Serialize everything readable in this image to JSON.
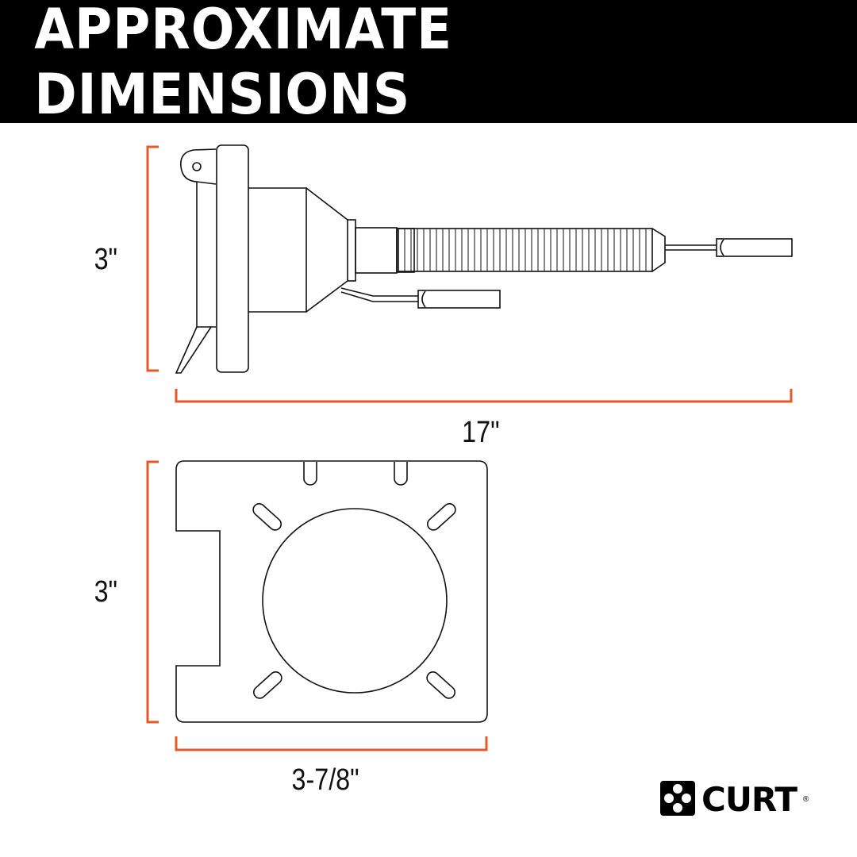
{
  "header": {
    "title": "APPROXIMATE DIMENSIONS"
  },
  "side_view": {
    "height_label": "3\"",
    "length_label": "17\""
  },
  "plate_view": {
    "height_label": "3\"",
    "width_label": "3-7/8\""
  },
  "brand": {
    "name": "CURT",
    "registered": "®"
  },
  "colors": {
    "dimension_line": "#E4582A",
    "banner_bg": "#000000",
    "outline": "#111111"
  }
}
